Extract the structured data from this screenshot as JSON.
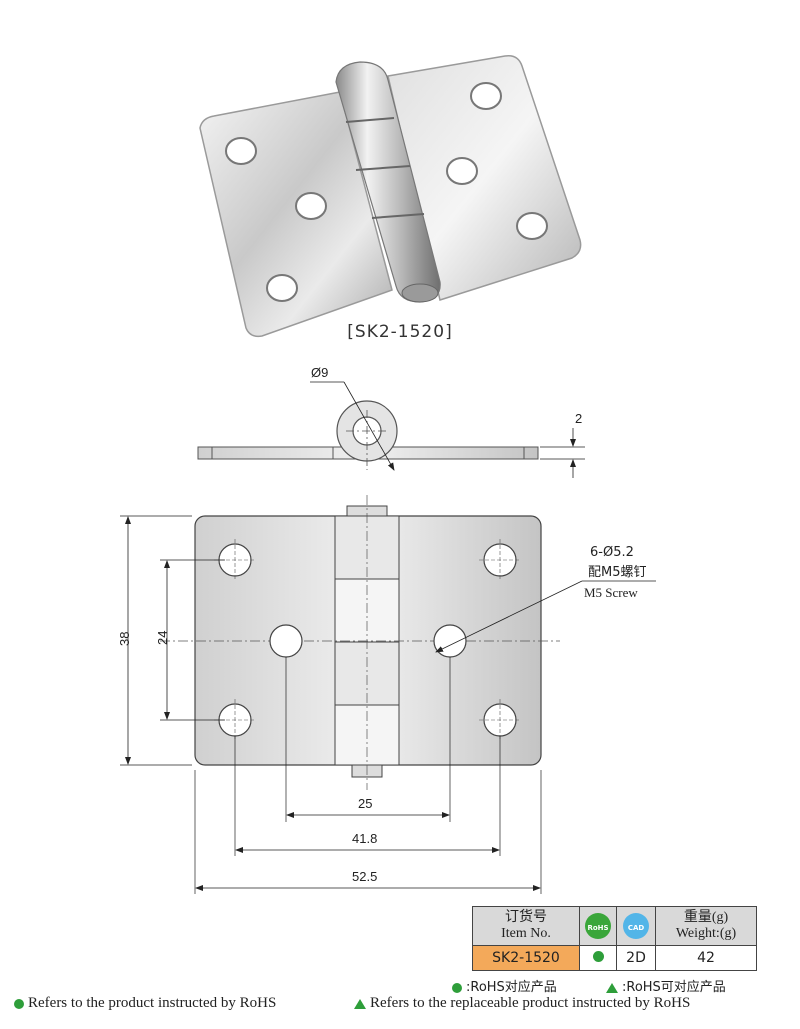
{
  "product_caption": "[SK2-1520]",
  "dimensions": {
    "pin_diameter": "Ø9",
    "leaf_thickness": "2",
    "height_overall": "38",
    "hole_vertical_spacing": "24",
    "inner_hole_spacing": "25",
    "outer_hole_spacing": "41.8",
    "width_overall": "52.5"
  },
  "hole_note": {
    "spec": "6-Ø5.2",
    "screw_cn": "配M5螺钉",
    "screw_en": "M5 Screw"
  },
  "spec_table": {
    "item_header_cn": "订货号",
    "item_header_en": "Item No.",
    "rohs_icon_label": "RoHS",
    "cad_icon_label": "CAD",
    "weight_header_cn": "重量(g)",
    "weight_header_en": "Weight:(g)",
    "item_no": "SK2-1520",
    "cad_value": "2D",
    "weight_value": "42"
  },
  "legend": {
    "rohs_cn": ":RoHS对应产品",
    "replaceable_cn": ":RoHS可对应产品",
    "rohs_en": "Refers to the product instructed by RoHS",
    "replaceable_en": "Refers to the replaceable product instructed by RoHS"
  },
  "colors": {
    "rohs_green": "#2e9e3a",
    "item_highlight": "#f3a95a",
    "cad_blue": "#52b5e8"
  }
}
